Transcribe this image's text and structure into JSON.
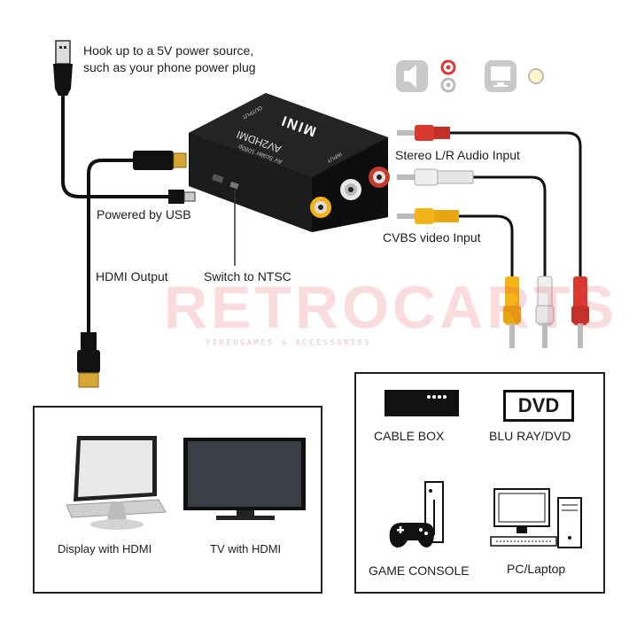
{
  "annotations": {
    "power_source": "Hook up to a 5V power source,\nsuch as your phone power plug",
    "powered_by_usb": "Powered by USB",
    "hdmi_output": "HDMI Output",
    "switch_ntsc": "Switch to NTSC",
    "stereo_input": "Stereo L/R Audio Input",
    "cvbs_input": "CVBS video Input"
  },
  "device": {
    "brand": "MINI",
    "model": "AV2HDMI",
    "subtitle": "AV Scaler 1080p",
    "port_output": "OUTPUT",
    "port_input": "INPUT"
  },
  "watermark": {
    "text": "RETROCARTS",
    "subtext": "VIDEOGAMES & ACCESSORIES"
  },
  "outputs_panel": {
    "items": [
      {
        "label": "Display with HDMI",
        "icon": "monitor-icon"
      },
      {
        "label": "TV with HDMI",
        "icon": "tv-icon"
      }
    ]
  },
  "sources_panel": {
    "items": [
      {
        "label": "CABLE BOX",
        "icon": "cable-box-icon"
      },
      {
        "label": "BLU RAY/DVD",
        "icon": "dvd-icon",
        "badge": "DVD"
      },
      {
        "label": "GAME CONSOLE",
        "icon": "game-console-icon"
      },
      {
        "label": "PC/Laptop",
        "icon": "pc-icon"
      }
    ]
  },
  "colors": {
    "rca_red": "#d9392f",
    "rca_white": "#e8e8e8",
    "rca_yellow": "#f2b417",
    "device_body": "#1c1c1c",
    "hdmi_gold": "#d8a634"
  }
}
